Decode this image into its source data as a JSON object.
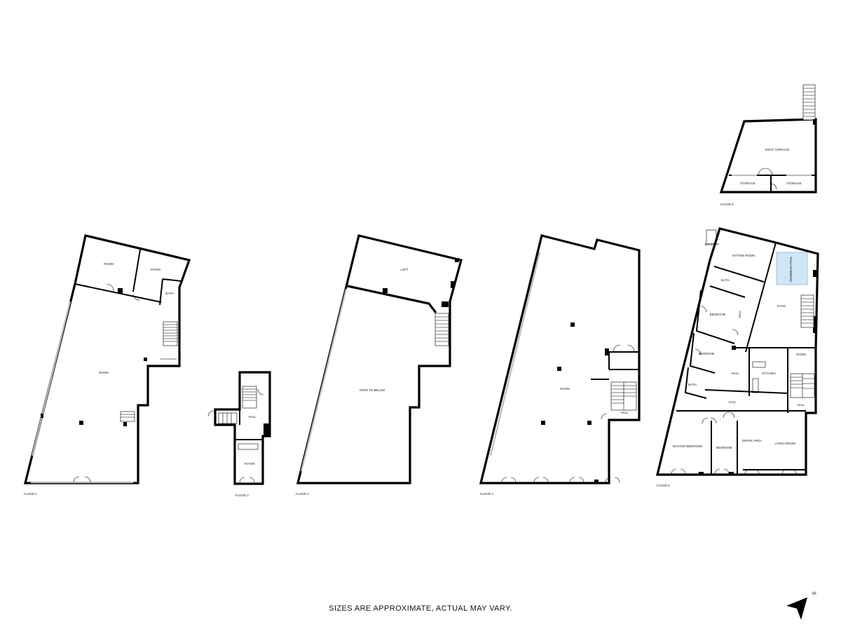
{
  "floors": [
    {
      "label": "FLOOR 1",
      "rooms": [
        "ROOM",
        "ROOM",
        "BATH",
        "ROOM"
      ]
    },
    {
      "label": "FLOOR 2",
      "rooms": [
        "HALL",
        "FOYER"
      ]
    },
    {
      "label": "FLOOR 3",
      "rooms": [
        "LOFT",
        "OPEN TO BELOW"
      ]
    },
    {
      "label": "FLOOR 4",
      "rooms": [
        "ROOM",
        "HALL"
      ]
    },
    {
      "label": "FLOOR 5",
      "rooms": [
        "BALCONY",
        "SITTING ROOM",
        "SWIMMING POOL",
        "BATH",
        "PATIO",
        "BEDROOM",
        "HALL",
        "BEDROOM",
        "HALL",
        "KITCHEN",
        "ROOM",
        "BATH",
        "HALL",
        "HALL",
        "MASTER BEDROOM",
        "BEDROOM",
        "DINING AREA",
        "LIVING ROOM"
      ]
    },
    {
      "label": "FLOOR 6",
      "rooms": [
        "ROOF TERRACE",
        "STORAGE",
        "STORAGE"
      ]
    }
  ],
  "disclaimer": "SIZES ARE APPROXIMATE, ACTUAL MAY VARY.",
  "compass": {
    "label": "N",
    "icon": "north-arrow-icon"
  }
}
